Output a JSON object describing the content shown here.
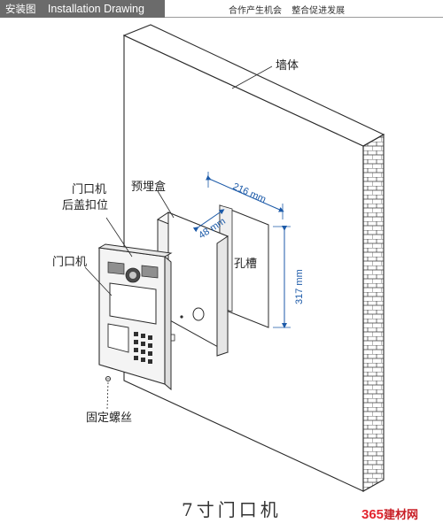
{
  "header": {
    "title_cn": "安装图",
    "title_en": "Installation Drawing",
    "slogan_1": "合作产生机会",
    "slogan_2": "整合促进发展"
  },
  "labels": {
    "wall": "墙体",
    "back_cover_line1": "门口机",
    "back_cover_line2": "后盖扣位",
    "embedded_box": "预埋盒",
    "door_unit": "门口机",
    "groove": "孔槽",
    "fixing_screw": "固定螺丝"
  },
  "dimensions": {
    "width": "216 mm",
    "depth": "48 mm",
    "height": "317 mm"
  },
  "caption": "7寸门口机",
  "watermark": {
    "prefix": "365",
    "suffix": "建材网"
  },
  "colors": {
    "dimension": "#1c5aa8",
    "line": "#2b2b2b",
    "accent": "#e3252f"
  }
}
